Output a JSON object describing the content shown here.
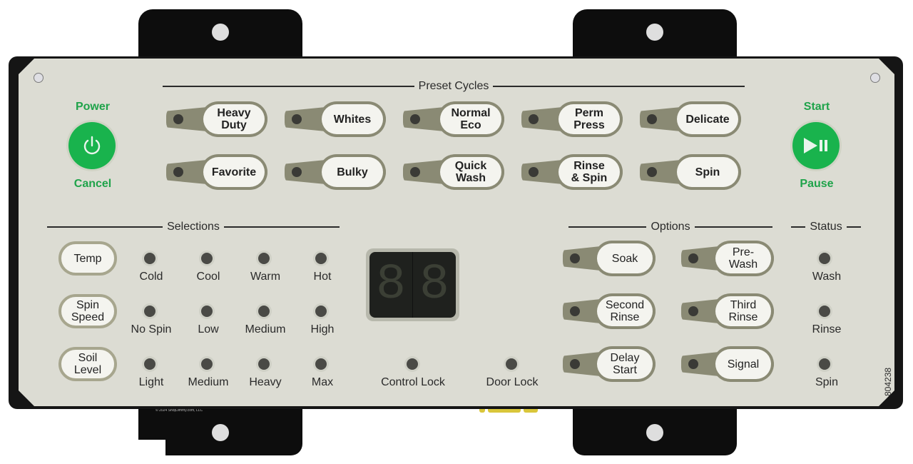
{
  "colors": {
    "panel": "#dcdcd3",
    "frame": "#151515",
    "accent_green": "#19b34d",
    "label_green": "#1fa34a",
    "pill_border": "#8a8a74",
    "pill_face": "#f4f4ef",
    "led_off": "#3a3a36"
  },
  "power": {
    "top_label": "Power",
    "bottom_label": "Cancel",
    "icon": "power-icon"
  },
  "start": {
    "top_label": "Start",
    "bottom_label": "Pause",
    "icon": "play-pause-icon"
  },
  "preset_cycles": {
    "title": "Preset Cycles",
    "buttons": [
      {
        "label": "Heavy\nDuty"
      },
      {
        "label": "Whites"
      },
      {
        "label": "Normal\nEco"
      },
      {
        "label": "Perm\nPress"
      },
      {
        "label": "Delicate"
      },
      {
        "label": "Favorite"
      },
      {
        "label": "Bulky"
      },
      {
        "label": "Quick\nWash"
      },
      {
        "label": "Rinse\n& Spin"
      },
      {
        "label": "Spin"
      }
    ]
  },
  "selections": {
    "title": "Selections",
    "rows": [
      {
        "button": "Temp",
        "levels": [
          "Cold",
          "Cool",
          "Warm",
          "Hot"
        ]
      },
      {
        "button": "Spin\nSpeed",
        "levels": [
          "No Spin",
          "Low",
          "Medium",
          "High"
        ]
      },
      {
        "button": "Soil\nLevel",
        "levels": [
          "Light",
          "Medium",
          "Heavy",
          "Max"
        ]
      }
    ]
  },
  "display": {
    "digits": [
      "8",
      "8"
    ]
  },
  "indicators": {
    "control_lock": "Control Lock",
    "door_lock": "Door Lock"
  },
  "options": {
    "title": "Options",
    "buttons": [
      {
        "label": "Soak"
      },
      {
        "label": "Pre-\nWash"
      },
      {
        "label": "Second\nRinse"
      },
      {
        "label": "Third\nRinse"
      },
      {
        "label": "Delay\nStart"
      },
      {
        "label": "Signal"
      }
    ]
  },
  "status": {
    "title": "Status",
    "items": [
      "Wash",
      "Rinse",
      "Spin"
    ]
  },
  "part_number": "804238",
  "copyright": "© 2024 ShopJimmy.com, LLC"
}
